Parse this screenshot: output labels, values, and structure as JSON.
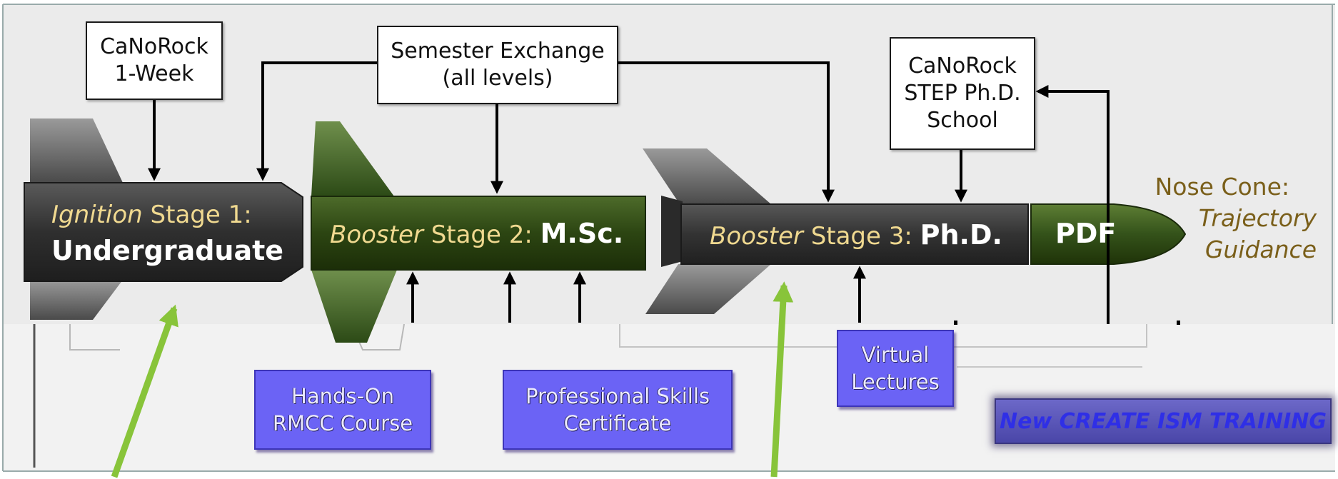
{
  "top_boxes": {
    "canorock_week": [
      "CaNoRock",
      "1-Week"
    ],
    "semester_exchange": [
      "Semester Exchange",
      "(all levels)"
    ],
    "canorock_step": [
      "CaNoRock",
      "STEP Ph.D.",
      "School"
    ]
  },
  "stage1": {
    "keyword": "Ignition",
    "stage": "Stage 1:",
    "degree": "Undergraduate"
  },
  "stage2": {
    "keyword": "Booster",
    "stage": "Stage 2:",
    "degree": "M.Sc."
  },
  "stage3": {
    "keyword": "Booster",
    "stage": "Stage 3:",
    "degree": "Ph.D."
  },
  "pdf": "PDF",
  "nose_cone": {
    "title": "Nose Cone:",
    "line2": "Trajectory",
    "line3": "Guidance"
  },
  "bottom_boxes": {
    "hands_on": [
      "Hands-On",
      "RMCC Course"
    ],
    "professional": [
      "Professional Skills",
      "Certificate"
    ],
    "virtual": [
      "Virtual",
      "Lectures"
    ]
  },
  "banner": "New CREATE ISM TRAINING",
  "colors": {
    "background_upper": "#ebebeb",
    "stage1_body": "#3a3a3a",
    "stage2_body": "#2e4a14",
    "stage3_body": "#363636",
    "pdf_cone": "#3b5a1a",
    "fin_gray": "#6a6a6a",
    "fin_green": "#3c5e22",
    "arrow_green": "#88c43a",
    "purple_box": "#6b63f5",
    "nose_text": "#7a5f1a"
  }
}
